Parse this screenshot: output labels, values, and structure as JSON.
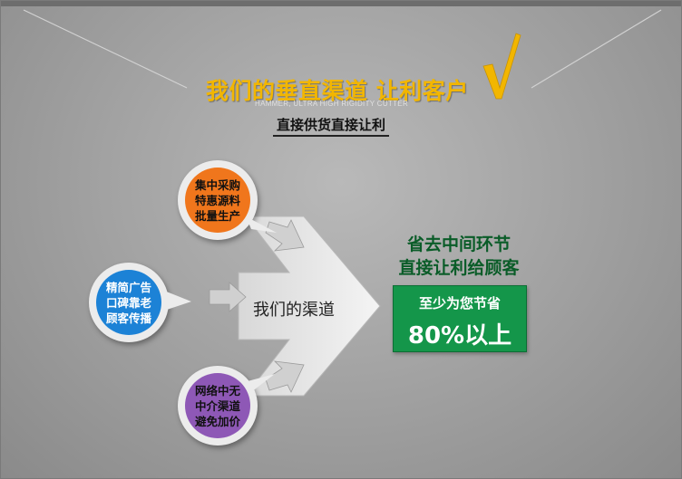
{
  "headline": "我们的垂直渠道 让利客户",
  "subtitle_en": "HAMMER, ULTRA HIGH RIGIDITY CUTTER",
  "tagline": "直接供货直接让利",
  "bubbles": [
    {
      "lines": [
        "集中采购",
        "特惠源料",
        "批量生产"
      ],
      "color": "#f0761c"
    },
    {
      "lines": [
        "精简广告",
        "口碑靠老",
        "顾客传播"
      ],
      "color": "#1c82d6"
    },
    {
      "lines": [
        "网络中无",
        "中介渠道",
        "避免加价"
      ],
      "color": "#8e58b6"
    }
  ],
  "channel_label": "我们的渠道",
  "savings": {
    "line1": "省去中间环节",
    "line2": "直接让利给顾客"
  },
  "green_box": {
    "line1": "至少为您节省",
    "line2": "80%以上",
    "color": "#14964a"
  },
  "colors": {
    "headline": "#f2b600",
    "savings_text": "#0a5c28"
  },
  "icons": [
    "check-mark-icon",
    "arrow-icon"
  ]
}
